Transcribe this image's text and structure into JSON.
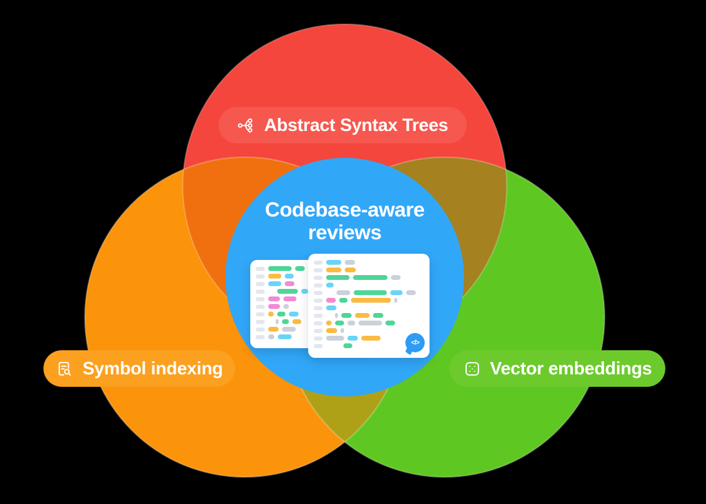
{
  "colors": {
    "background": "#000000",
    "red": "#F4463C",
    "orange": "#FB930B",
    "green": "#5FC722",
    "blue": "#31A7F8",
    "overlap_red_orange": "#F0700F",
    "overlap_red_green": "#A5811F",
    "overlap_orange_green": "#AEA118",
    "red_pill": "#F6574E",
    "orange_pill": "#FBA01F",
    "green_pill": "#6CCA2D"
  },
  "labels": {
    "ast": "Abstract Syntax Trees",
    "symbol": "Symbol indexing",
    "vector": "Vector embeddings",
    "center_line1": "Codebase-aware",
    "center_line2": "reviews"
  },
  "icons": {
    "ast": "tree-branches-icon",
    "symbol": "document-search-icon",
    "vector": "dots-square-icon",
    "badge": "code-chat-bubble-icon"
  },
  "badge": {
    "glyph": "</>",
    "color": "#2E9BF4"
  },
  "code_cards": {
    "palette": {
      "green": "#4FD598",
      "orange": "#FBBB42",
      "cyan": "#6AD4F8",
      "pink": "#F28AD4",
      "gray": "#CBD1DA"
    },
    "front": {
      "rows": [
        {
          "i": 0,
          "s": [
            [
              "cyan",
              22
            ],
            [
              "gray",
              15
            ]
          ]
        },
        {
          "i": 0,
          "s": [
            [
              "orange",
              22
            ],
            [
              "orange",
              16
            ]
          ]
        },
        {
          "i": 0,
          "s": [
            [
              "green",
              34
            ],
            [
              "green",
              50
            ],
            [
              "gray",
              14
            ]
          ]
        },
        {
          "i": 0,
          "s": [
            [
              "cyan",
              11
            ]
          ]
        },
        {
          "i": 10,
          "s": [
            [
              "gray",
              20
            ],
            [
              "green",
              48
            ],
            [
              "cyan",
              18
            ],
            [
              "gray",
              14
            ]
          ]
        },
        {
          "i": 0,
          "s": [
            [
              "pink",
              14
            ],
            [
              "green",
              12
            ],
            [
              "orange",
              58
            ],
            [
              "gray",
              4
            ]
          ]
        },
        {
          "i": 0,
          "s": [
            [
              "cyan",
              15
            ]
          ]
        },
        {
          "i": 8,
          "s": [
            [
              "gray",
              4
            ],
            [
              "green",
              15
            ],
            [
              "orange",
              21
            ],
            [
              "green",
              15
            ]
          ]
        },
        {
          "i": 0,
          "s": [
            [
              "orange",
              8
            ],
            [
              "green",
              13
            ],
            [
              "gray",
              11
            ],
            [
              "gray",
              34
            ],
            [
              "green",
              14
            ]
          ]
        },
        {
          "i": 0,
          "s": [
            [
              "orange",
              16
            ],
            [
              "gray",
              5
            ]
          ]
        },
        {
          "i": 0,
          "s": [
            [
              "gray",
              26
            ],
            [
              "cyan",
              15
            ],
            [
              "orange",
              28
            ]
          ]
        },
        {
          "i": 20,
          "s": [
            [
              "green",
              13
            ]
          ]
        }
      ]
    },
    "back": {
      "rows": [
        {
          "i": 0,
          "s": [
            [
              "green",
              34
            ],
            [
              "green",
              14
            ]
          ]
        },
        {
          "i": 0,
          "s": [
            [
              "orange",
              19
            ],
            [
              "cyan",
              13
            ]
          ]
        },
        {
          "i": 0,
          "s": [
            [
              "cyan",
              19
            ],
            [
              "pink",
              14
            ]
          ]
        },
        {
          "i": 8,
          "s": [
            [
              "green",
              30
            ],
            [
              "cyan",
              10
            ]
          ]
        },
        {
          "i": 0,
          "s": [
            [
              "pink",
              17
            ],
            [
              "pink",
              19
            ]
          ]
        },
        {
          "i": 0,
          "s": [
            [
              "pink",
              17
            ],
            [
              "gray",
              8
            ]
          ]
        },
        {
          "i": 0,
          "s": [
            [
              "orange",
              8
            ],
            [
              "green",
              12
            ],
            [
              "cyan",
              14
            ]
          ]
        },
        {
          "i": 6,
          "s": [
            [
              "gray",
              4
            ],
            [
              "green",
              10
            ],
            [
              "orange",
              13
            ]
          ]
        },
        {
          "i": 0,
          "s": [
            [
              "orange",
              15
            ],
            [
              "gray",
              20
            ]
          ]
        },
        {
          "i": 0,
          "s": [
            [
              "gray",
              9
            ],
            [
              "cyan",
              20
            ]
          ]
        }
      ]
    }
  }
}
